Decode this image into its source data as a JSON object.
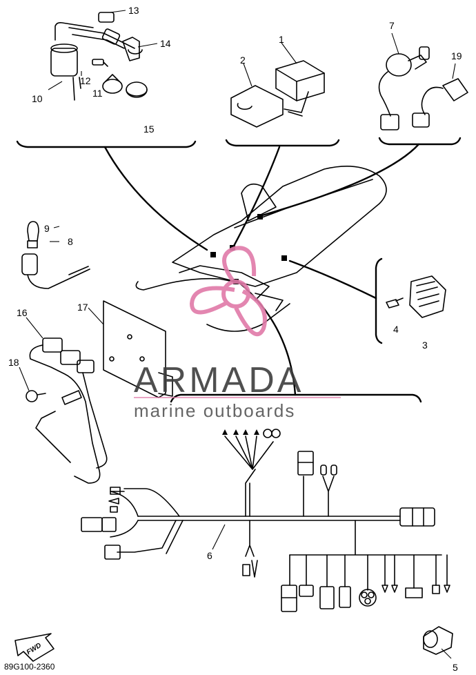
{
  "diagram": {
    "part_numbers": [
      "1",
      "2",
      "3",
      "4",
      "5",
      "6",
      "7",
      "8",
      "9",
      "10",
      "11",
      "12",
      "13",
      "14",
      "15",
      "16",
      "17",
      "18",
      "19"
    ],
    "drawing_code": "89G100-2360",
    "direction_arrow_label": "FWD"
  },
  "watermark": {
    "brand": "ARMADA",
    "tagline": "marine outboards",
    "accent_color": "#e07aa8"
  }
}
